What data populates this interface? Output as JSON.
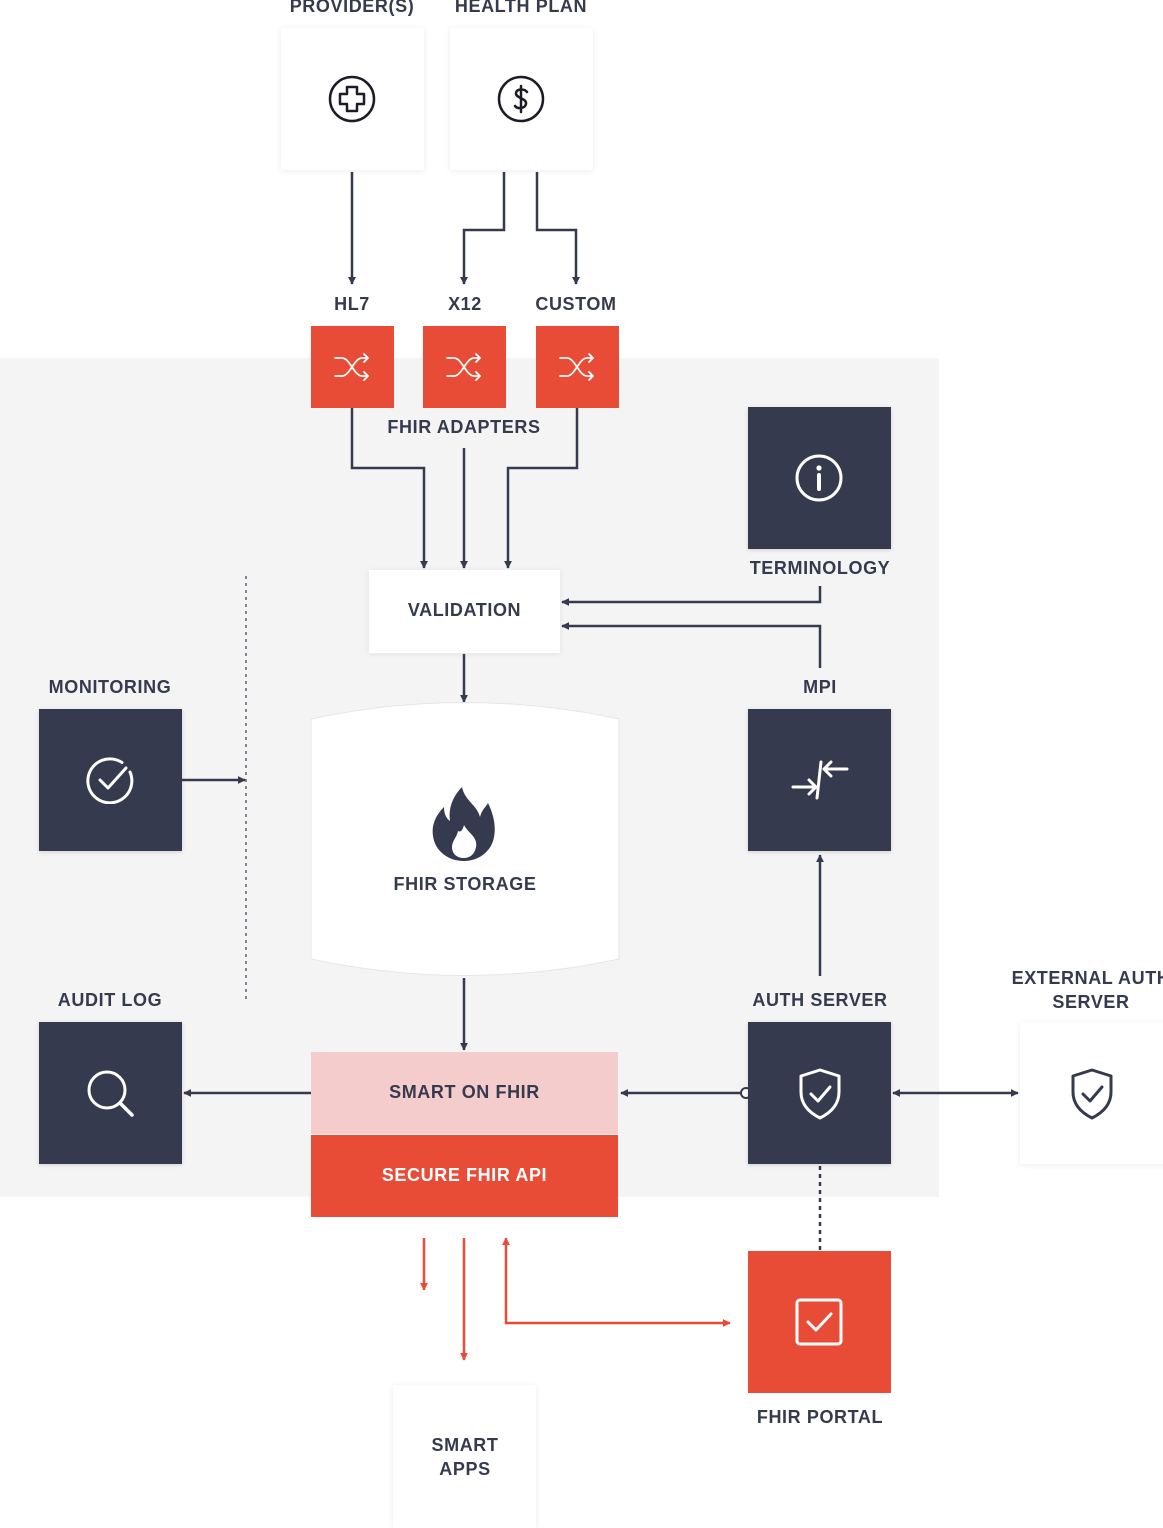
{
  "labels": {
    "providers": "PROVIDER(S)",
    "health_plan": "HEALTH PLAN",
    "hl7": "HL7",
    "x12": "X12",
    "custom": "CUSTOM",
    "fhir_adapters": "FHIR ADAPTERS",
    "terminology": "TERMINOLOGY",
    "validation": "VALIDATION",
    "monitoring": "MONITORING",
    "mpi": "MPI",
    "fhir_storage": "FHIR STORAGE",
    "audit_log": "AUDIT LOG",
    "auth_server": "AUTH SERVER",
    "external_auth_server": "EXTERNAL AUTH SERVER",
    "smart_on_fhir": "SMART ON FHIR",
    "secure_fhir_api": "SECURE FHIR API",
    "fhir_portal": "FHIR PORTAL",
    "smart_apps": "SMART APPS"
  },
  "icons": {
    "providers": "medical-cross-icon",
    "health_plan": "dollar-icon",
    "adapters": "shuffle-icon",
    "terminology": "info-icon",
    "monitoring": "check-circle-icon",
    "mpi": "merge-arrows-icon",
    "fhir_storage": "flame-icon",
    "audit_log": "search-icon",
    "auth_server": "shield-check-icon",
    "external_auth_server": "shield-check-icon",
    "fhir_portal": "checkbox-icon"
  },
  "colors": {
    "navy": "#353a4e",
    "red": "#e84b36",
    "pink": "#f5cccc",
    "panel": "#f4f4f5",
    "white": "#ffffff"
  }
}
